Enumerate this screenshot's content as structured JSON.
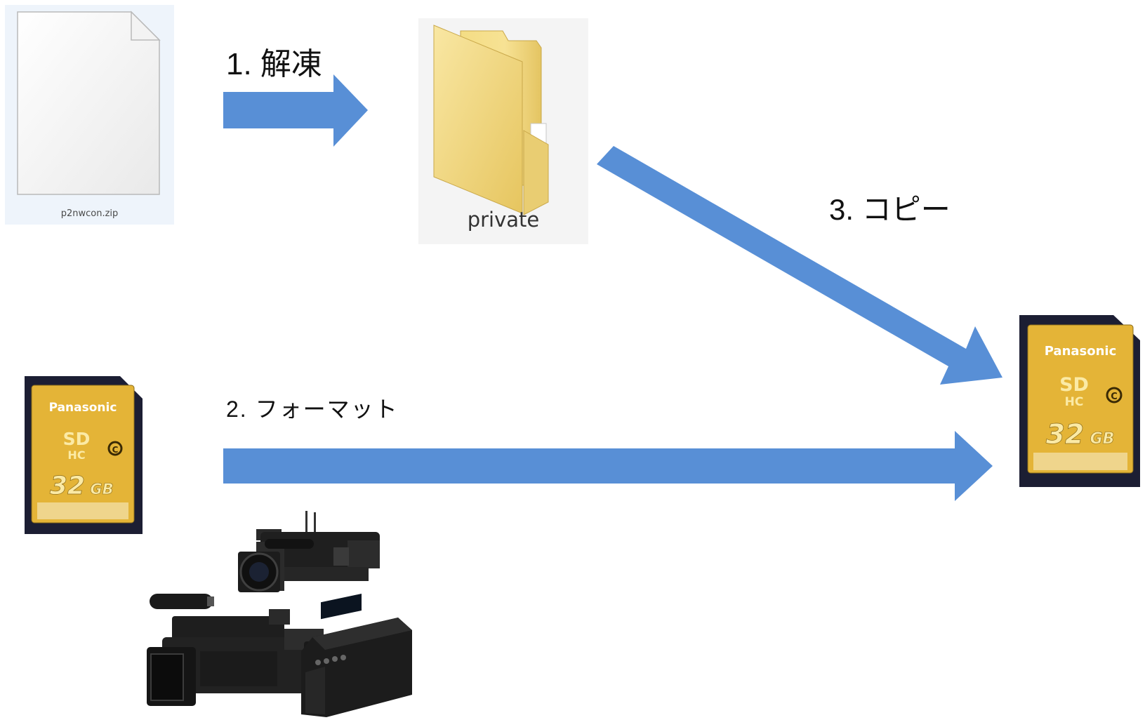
{
  "files": {
    "zip_name": "p2nwcon.zip",
    "folder_name": "private"
  },
  "steps": {
    "unzip": "1. 解凍",
    "format": "2. フォーマット",
    "copy": "3. コピー"
  },
  "sd_card": {
    "brand": "Panasonic",
    "type_top": "SD",
    "type_bottom": "HC",
    "class": "C",
    "capacity": "32",
    "capacity_unit": "GB"
  },
  "colors": {
    "arrow": "#588fd6",
    "card_gold": "#e4b437",
    "card_frame": "#1c1e33"
  }
}
